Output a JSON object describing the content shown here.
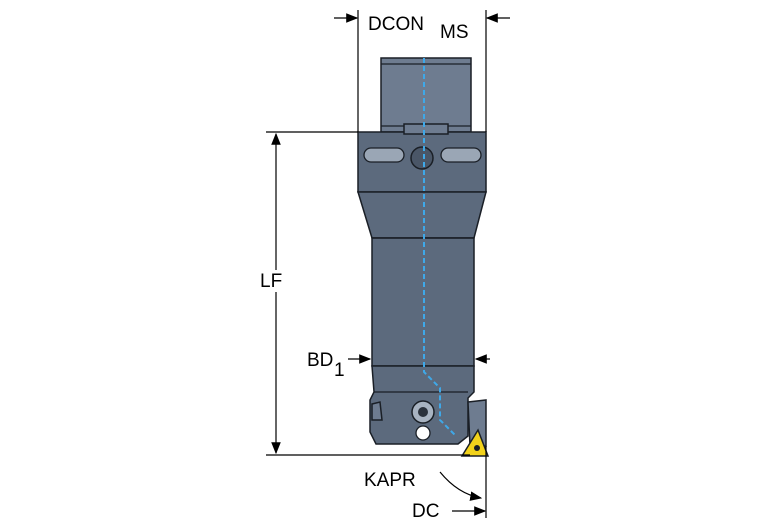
{
  "labels": {
    "dcon": "DCON",
    "dcon_sub": "MS",
    "lf": "LF",
    "bd": "BD",
    "bd_sub": "1",
    "kapr": "KAPR",
    "dc": "DC"
  },
  "colors": {
    "tool_body": "#5c6a7d",
    "coolant_channel": "#3fa8e8",
    "insert": "#f2d21b"
  }
}
